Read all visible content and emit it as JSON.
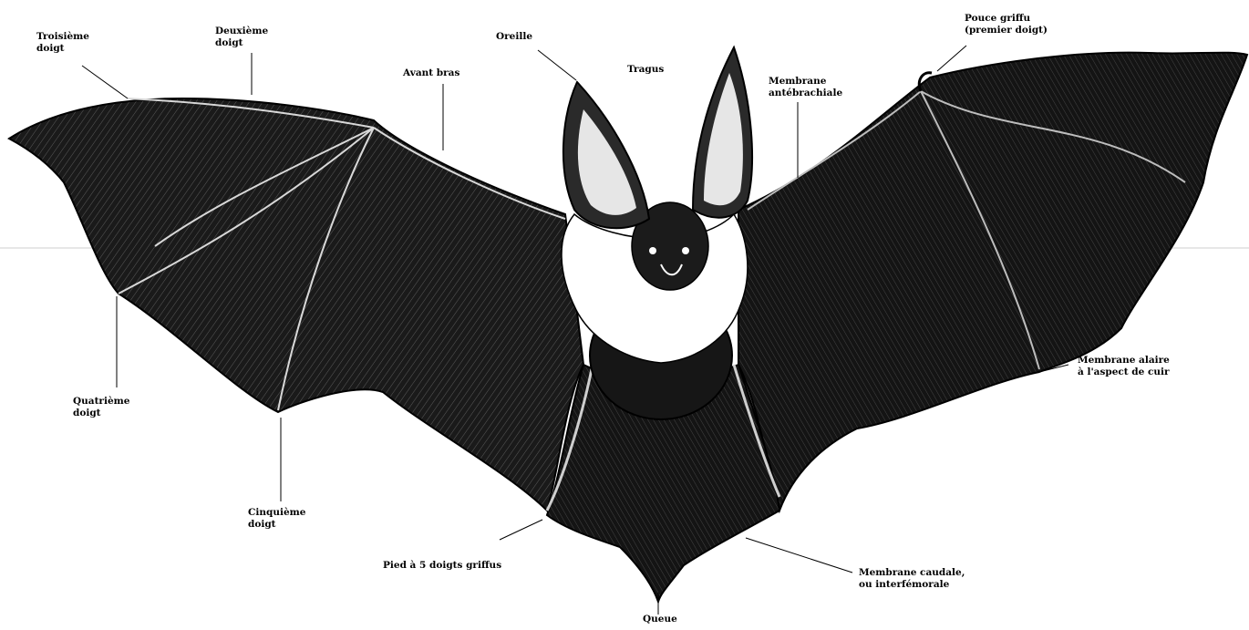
{
  "diagram": {
    "background": "#ffffff",
    "ink": "#111111",
    "fur_color": "#ffffff",
    "labels": {
      "third_finger": [
        "Troisième",
        "doigt"
      ],
      "second_finger": [
        "Deuxième",
        "doigt"
      ],
      "ear": [
        "Oreille"
      ],
      "forearm": [
        "Avant bras"
      ],
      "tragus": [
        "Tragus"
      ],
      "antebrachial_membrane": [
        "Membrane",
        "antébrachiale"
      ],
      "thumb": [
        "Pouce griffu",
        "(premier doigt)"
      ],
      "fourth_finger": [
        "Quatrième",
        "doigt"
      ],
      "fifth_finger": [
        "Cinquième",
        "doigt"
      ],
      "wing_membrane": [
        "Membrane alaire",
        "à l'aspect de cuir"
      ],
      "foot": [
        "Pied à 5 doigts griffus"
      ],
      "tail_membrane": [
        "Membrane caudale,",
        "ou interfémorale"
      ],
      "tail": [
        "Queue"
      ]
    }
  }
}
